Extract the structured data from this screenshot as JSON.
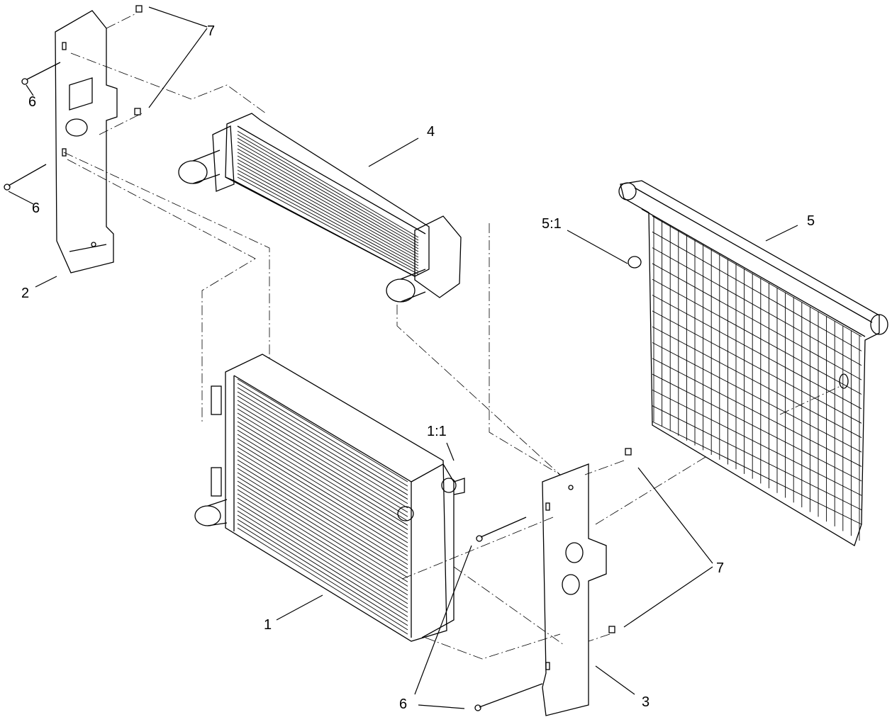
{
  "callouts": {
    "item_1": "1",
    "item_1_1": "1:1",
    "item_2": "2",
    "item_3": "3",
    "item_4": "4",
    "item_5": "5",
    "item_5_1": "5:1",
    "item_6": "6",
    "item_7": "7"
  }
}
